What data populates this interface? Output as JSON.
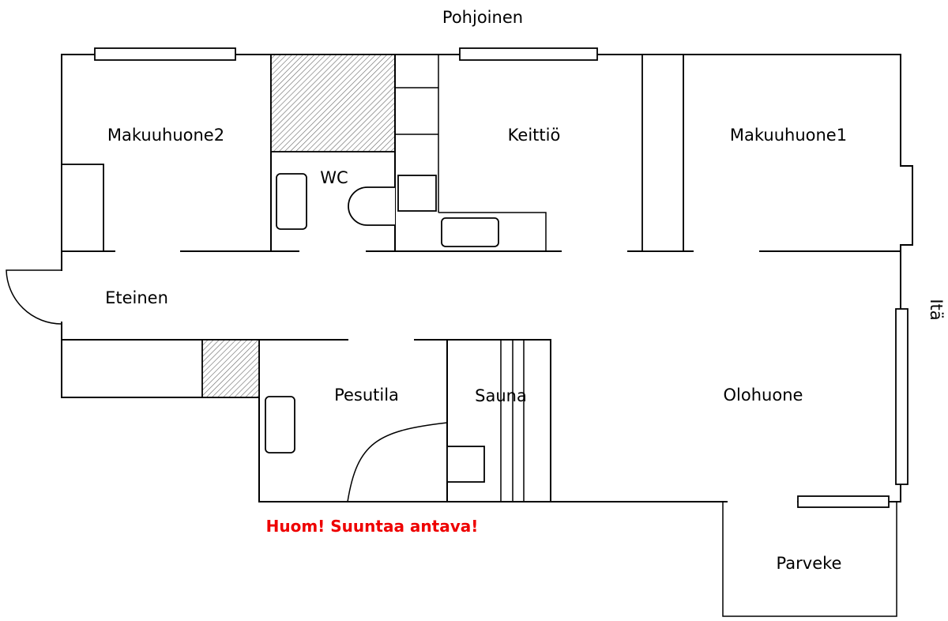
{
  "compass": {
    "north": "Pohjoinen",
    "east": "Itä"
  },
  "rooms": {
    "bedroom2": "Makuuhuone2",
    "wc": "WC",
    "kitchen": "Keittiö",
    "bedroom1": "Makuuhuone1",
    "hallway": "Eteinen",
    "washroom": "Pesutila",
    "sauna": "Sauna",
    "living_room": "Olohuone",
    "balcony": "Parveke"
  },
  "notice": "Huom! Suuntaa antava!",
  "colors": {
    "lines": "#000000",
    "notice": "#ee0000",
    "background": "#ffffff"
  }
}
